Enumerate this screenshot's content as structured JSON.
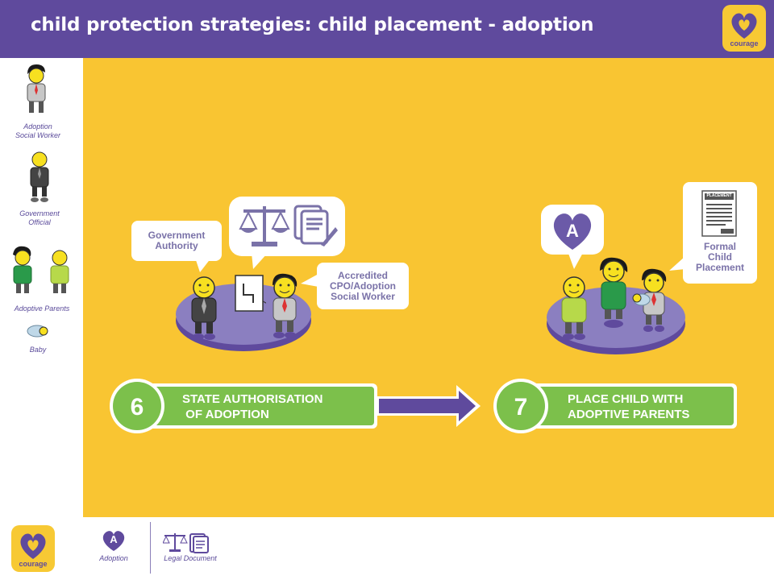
{
  "header": {
    "title": "child protection strategies: child placement - adoption",
    "logo_text": "courage"
  },
  "sidebar": {
    "legend": [
      {
        "label": "Adoption\nSocial Worker"
      },
      {
        "label": "Government\nOfficial"
      },
      {
        "label": "Adoptive Parents"
      },
      {
        "label": "Baby"
      }
    ]
  },
  "scene": {
    "bubbles": {
      "government_authority": "Government\nAuthority",
      "accredited_worker": "Accredited\nCPO/Adoption\nSocial Worker",
      "formal_placement": "Formal\nChild\nPlacement",
      "adoption_badge_letter": "A",
      "document_header": "PLACEMENT"
    },
    "steps": [
      {
        "number": "6",
        "label_line1": "STATE AUTHORISATION",
        "label_line2": " OF ADOPTION"
      },
      {
        "number": "7",
        "label_line1": "PLACE CHILD WITH",
        "label_line2": "ADOPTIVE PARENTS"
      }
    ]
  },
  "footer": {
    "logo_text": "courage",
    "items": [
      {
        "label": "Adoption",
        "letter": "A"
      },
      {
        "label": "Legal Document"
      }
    ]
  },
  "colors": {
    "purple": "#5f4a9d",
    "yellow": "#f9c532",
    "green": "#7cc04b",
    "platform": "#8b7fc0"
  }
}
